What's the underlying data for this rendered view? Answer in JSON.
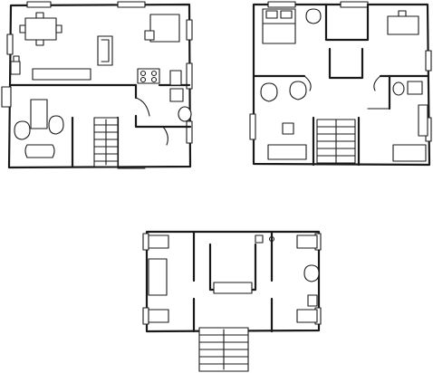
{
  "drawing": {
    "kind": "hand-drawn architectural floor plans",
    "plans": [
      {
        "id": "ground",
        "rooms": [
          "dining",
          "living",
          "kitchen",
          "bathroom",
          "stairs"
        ]
      },
      {
        "id": "upper",
        "rooms": [
          "bedroom",
          "study",
          "lounge",
          "bathroom",
          "stairs"
        ]
      },
      {
        "id": "attic",
        "rooms": [
          "landing",
          "side-rooms",
          "stairs"
        ]
      }
    ],
    "colors": {
      "ink": "#1a1a1a",
      "paper": "#ffffff"
    }
  }
}
